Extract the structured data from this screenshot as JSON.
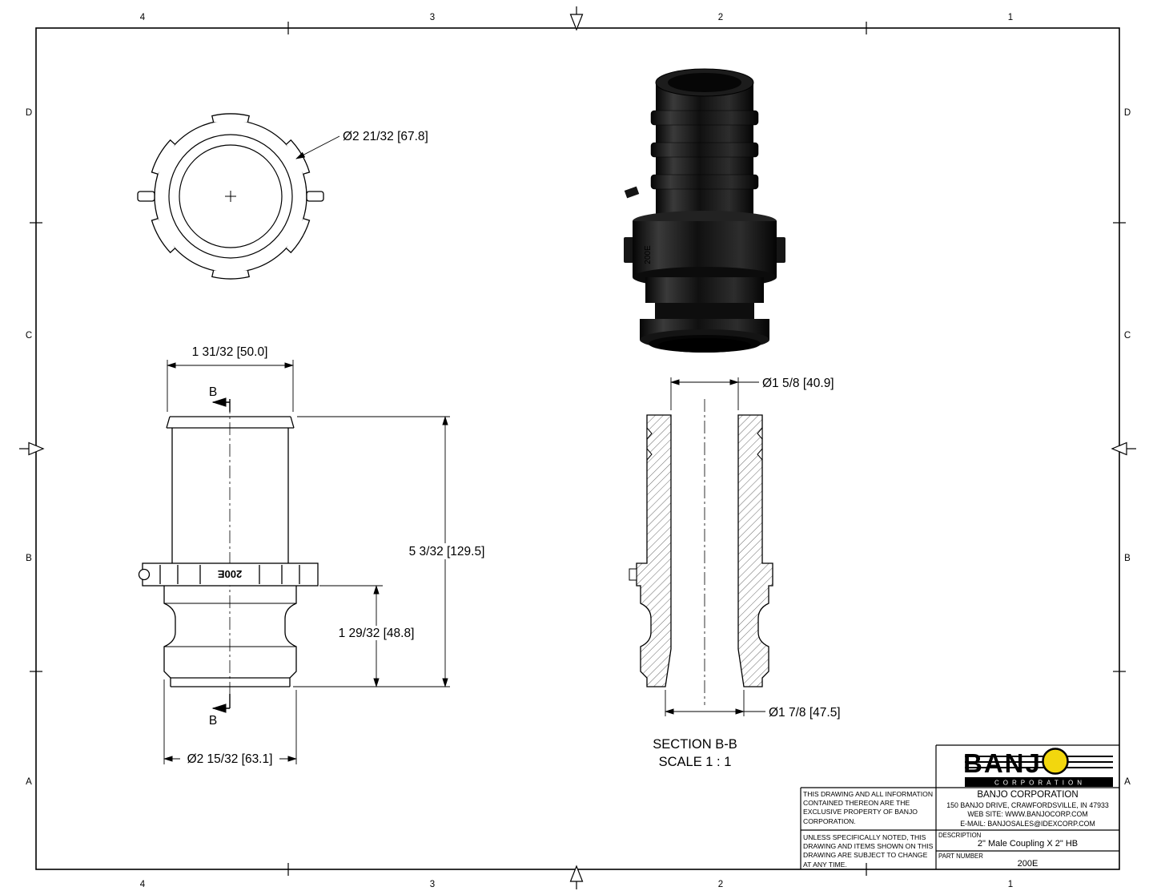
{
  "border": {
    "top": [
      "4",
      "3",
      "2",
      "1"
    ],
    "bottom": [
      "4",
      "3",
      "2",
      "1"
    ],
    "left": [
      "D",
      "C",
      "B",
      "A"
    ],
    "right": [
      "D",
      "C",
      "B",
      "A"
    ]
  },
  "top_view": {
    "dim_outer_dia": "Ø2 21/32 [67.8]"
  },
  "front_view": {
    "dim_top_width": "1 31/32 [50.0]",
    "dim_overall_height": "5 3/32 [129.5]",
    "dim_adapter_height": "1 29/32 [48.8]",
    "dim_bottom_dia": "Ø2 15/32 [63.1]",
    "section_arrow_top": "B",
    "section_arrow_bottom": "B",
    "part_marking": "200E"
  },
  "section_view": {
    "dim_inner_dia": "Ø1 5/8 [40.9]",
    "dim_outlet_dia": "Ø1 7/8 [47.5]",
    "label": "SECTION B-B",
    "scale": "SCALE 1 : 1"
  },
  "title_block": {
    "logo_text": "BANJO",
    "logo_subtext": "CORPORATION",
    "company": "BANJO CORPORATION",
    "address": "150 BANJO DRIVE, CRAWFORDSVILLE, IN 47933",
    "website": "WEB SITE: WWW.BANJOCORP.COM",
    "email": "E-MAIL: BANJOSALES@IDEXCORP.COM",
    "legal_property": "THIS DRAWING AND ALL INFORMATION CONTAINED THEREON ARE THE EXCLUSIVE PROPERTY OF BANJO CORPORATION.",
    "legal_change": "UNLESS SPECIFICALLY NOTED, THIS DRAWING AND ITEMS SHOWN ON THIS DRAWING ARE SUBJECT TO CHANGE AT ANY TIME.",
    "description_label": "DESCRIPTION",
    "description": "2\" Male Coupling X 2\" HB",
    "part_number_label": "PART NUMBER",
    "part_number": "200E"
  }
}
